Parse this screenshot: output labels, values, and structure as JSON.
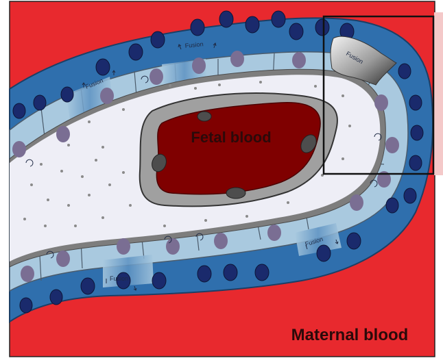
{
  "labels": {
    "fetal_blood": "Fetal blood",
    "maternal_blood": "Maternal blood",
    "fusion": "Fusion"
  },
  "colors": {
    "maternal": "#e8292e",
    "syncytio": "#2f6fad",
    "cyto": "#a9c9df",
    "stroma": "#eeeef6",
    "vessel": "#8b0000",
    "endothelium": "#9a9a9a",
    "nucleus_dark": "#1a2a6c",
    "nucleus_cyto": "#7a6e93"
  }
}
